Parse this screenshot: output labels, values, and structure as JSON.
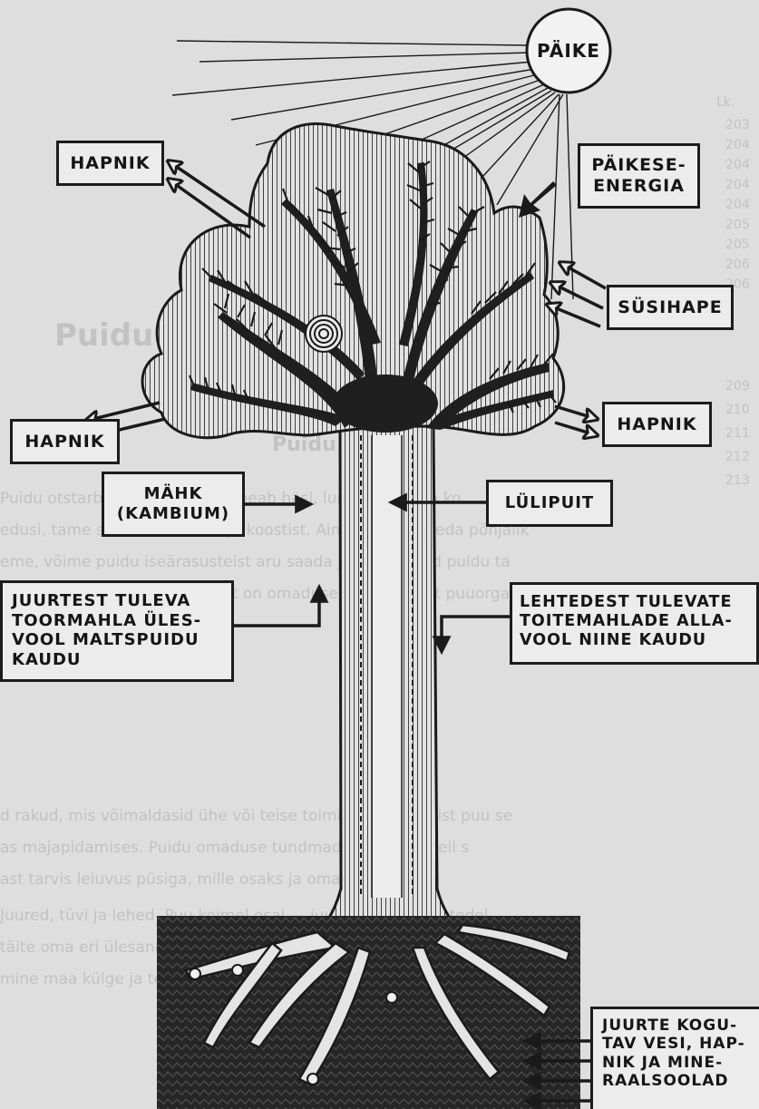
{
  "labels": {
    "sun": "PÄIKE",
    "oxygen_top": "HAPNIK",
    "solar_energy": [
      "PÄIKESE-",
      "ENERGIA"
    ],
    "carbonic_acid": "SÜSIHAPE",
    "oxygen_left": "HAPNIK",
    "oxygen_right": "HAPNIK",
    "sap_up": [
      "JUURTEST TULEVA",
      "TOORMAHLA ÜLES-",
      "VOOL MALTSPUIDU",
      "KAUDU"
    ],
    "sap_down": [
      "LEHTEDEST TULEVATE",
      "TOITEMAHLADE ALLA-",
      "VOOL NIINE KAUDU"
    ],
    "cambium": [
      "MÄHK",
      "(KAMBIUM)"
    ],
    "pith": "LÜLIPUIT",
    "roots": [
      "JUURTE KOGU-",
      "TAV VESI, HAP-",
      "NIK JA MINE-",
      "RAALSOOLAD"
    ]
  },
  "colors": {
    "ink": "#1a1a1a",
    "paper": "#dedede",
    "box_fill": "#ececec",
    "showthrough": "#c2c2c2"
  }
}
